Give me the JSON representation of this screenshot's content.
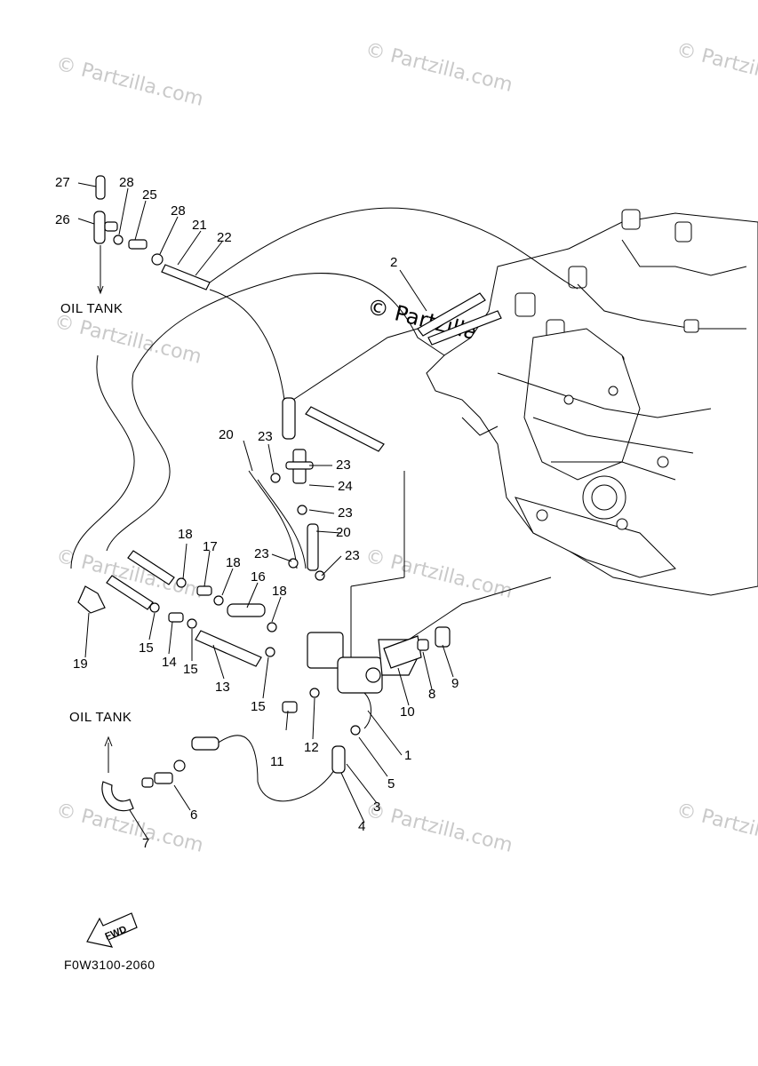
{
  "watermark": {
    "text": "© Partzilla.com"
  },
  "labels": {
    "oil_tank_top": "OIL TANK",
    "oil_tank_bottom": "OIL TANK",
    "fwd": "FWD",
    "diagram_code": "F0W3100-2060"
  },
  "callouts": [
    "1",
    "2",
    "3",
    "4",
    "5",
    "6",
    "7",
    "8",
    "9",
    "10",
    "11",
    "12",
    "13",
    "14",
    "15",
    "15",
    "15",
    "16",
    "17",
    "18",
    "18",
    "18",
    "19",
    "20",
    "20",
    "21",
    "22",
    "23",
    "23",
    "23",
    "23",
    "23",
    "24",
    "25",
    "26",
    "27",
    "28",
    "28"
  ],
  "colors": {
    "watermark": "#c9c9c9",
    "line": "#000000",
    "background": "#ffffff"
  }
}
